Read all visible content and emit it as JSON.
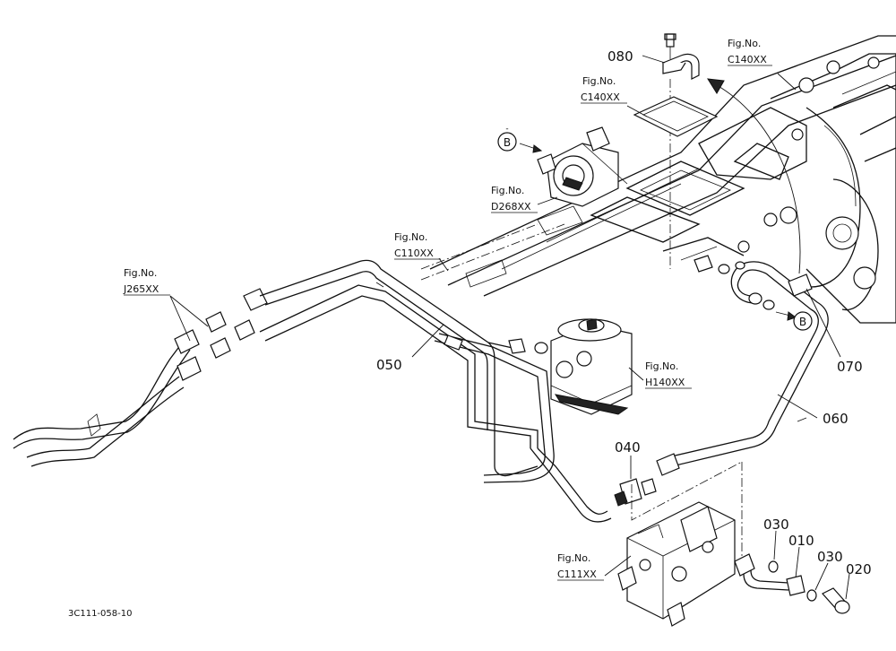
{
  "part_numbers": {
    "p010": "010",
    "p020": "020",
    "p030a": "030",
    "p030b": "030",
    "p040": "040",
    "p050": "050",
    "p060": "060",
    "p070": "070",
    "p080": "080"
  },
  "figure_refs": {
    "c140_top": {
      "label": "Fig.No.",
      "code": "C140XX"
    },
    "c140_mid": {
      "label": "Fig.No.",
      "code": "C140XX"
    },
    "d268": {
      "label": "Fig.No.",
      "code": "D268XX"
    },
    "c110": {
      "label": "Fig.No.",
      "code": "C110XX"
    },
    "j265": {
      "label": "Fig.No.",
      "code": "J265XX"
    },
    "h140": {
      "label": "Fig.No.",
      "code": "H140XX"
    },
    "c111": {
      "label": "Fig.No.",
      "code": "C111XX"
    }
  },
  "markers": {
    "b_left": "B",
    "b_right": "B"
  },
  "drawing_ref": "3C111-058-10"
}
